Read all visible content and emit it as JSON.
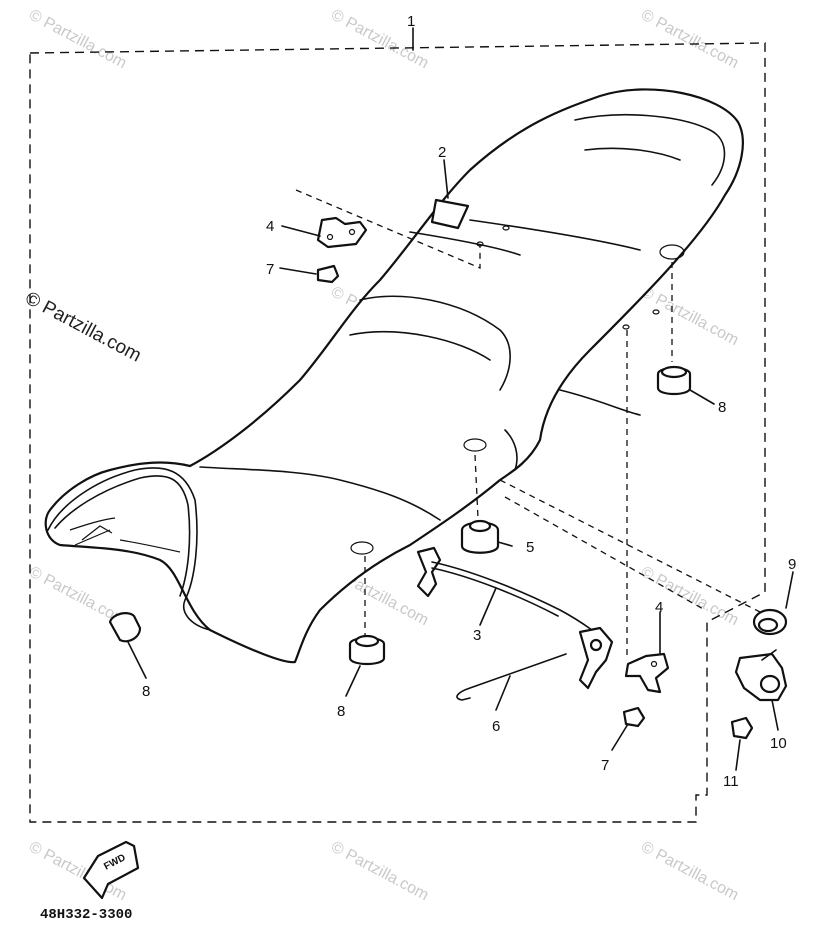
{
  "watermark": {
    "main": "© Partzilla.com",
    "tile": "© Partzilla.com"
  },
  "callouts": {
    "assembly": "1",
    "seat_tape": "2",
    "lock_rod": "3",
    "bracket_left": "4",
    "bracket_right": "4",
    "damper": "5",
    "wire": "6",
    "nut_left": "7",
    "nut_right": "7",
    "cushion_rear": "8",
    "cushion_front_left": "8",
    "cushion_front_center": "8",
    "grommet": "9",
    "lock_cylinder": "10",
    "nut_lock": "11"
  },
  "fwd_label": "FWD",
  "diagram_code": "48H332-3300"
}
